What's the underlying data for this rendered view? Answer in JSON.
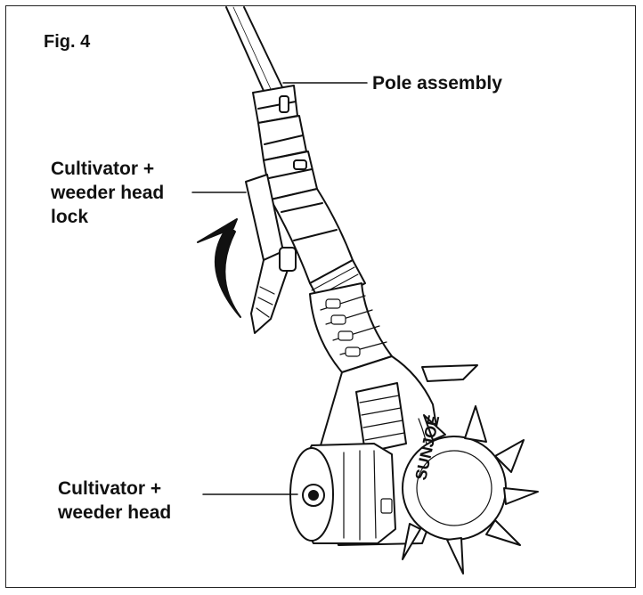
{
  "figure": {
    "title": "Fig. 4",
    "labels": {
      "pole_assembly": "Pole assembly",
      "head_lock_lines": [
        "Cultivator +",
        "weeder head",
        "lock"
      ],
      "head_lines": [
        "Cultivator +",
        "weeder head"
      ]
    },
    "brand_text": "SUNJOE",
    "colors": {
      "ink": "#111111",
      "background": "#ffffff",
      "arrow": "#111111"
    }
  }
}
